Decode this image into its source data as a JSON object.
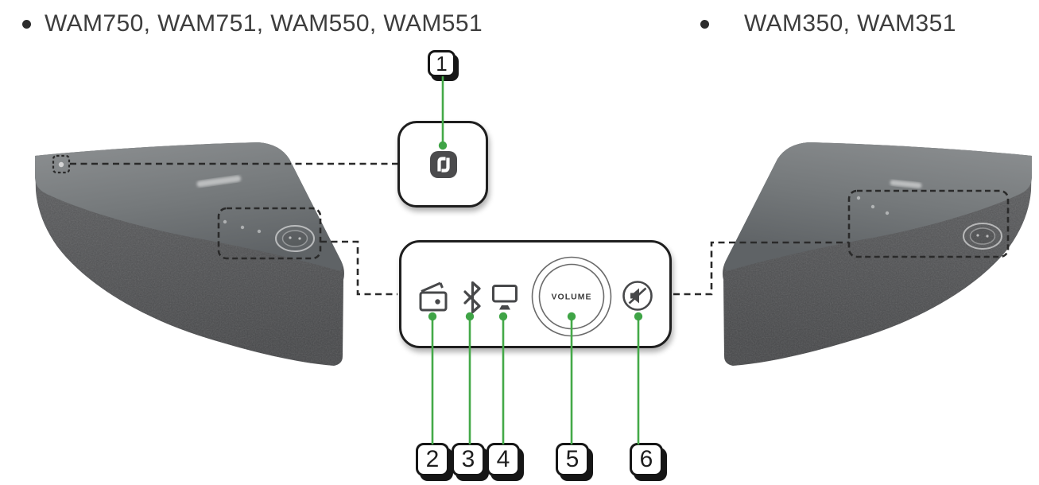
{
  "figure": {
    "left_model_list": "WAM750, WAM751, WAM550, WAM551",
    "right_model_list": "WAM350, WAM351"
  },
  "callout_labels": {
    "nfc_tag": "1",
    "aux": "2",
    "bluetooth": "3",
    "tv_soundconnect": "4",
    "volume": "5",
    "mute": "6"
  },
  "control_panel": {
    "volume_knob_text": "VOLUME"
  },
  "icons": {
    "nfc": "nfc-n-mark-icon",
    "aux": "aux-mode-icon",
    "bluetooth": "bluetooth-icon",
    "tv": "tv-soundconnect-icon",
    "volume": "volume-knob",
    "mute": "mute-icon"
  },
  "colors": {
    "callout_green": "#44a948",
    "dashed_line": "#2a2a2a",
    "icon_grey": "#47484a",
    "speaker_grille": "#525456",
    "speaker_top": "#7e8284"
  }
}
